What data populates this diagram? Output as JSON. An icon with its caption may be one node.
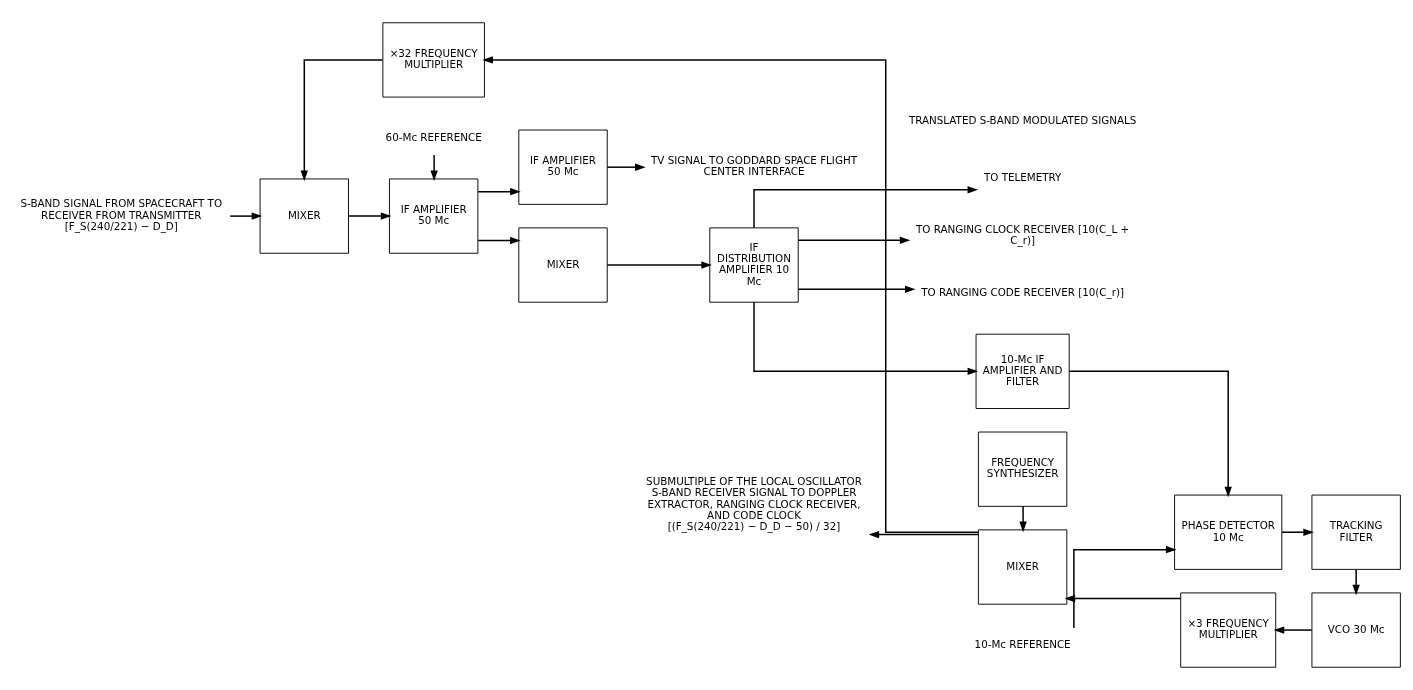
{
  "diagram": {
    "nodes": [
      {
        "text": [
          "TV SIGNAL TO GODDARD SPACE FLIGHT CENTER INTERFACE"
        ]
      },
      {
        "text": [
          "IF AMPLIFIER 50 Mc"
        ]
      },
      {
        "text": [
          "TO TELEMETRY"
        ]
      },
      {
        "text": [
          "TO RANGING CLOCK RECEIVER [10(C_L + C_r)]"
        ]
      },
      {
        "text": [
          "TO RANGING CODE RECEIVER [10(C_r)]"
        ]
      },
      {
        "text": [
          "S-BAND SIGNAL FROM SPACECRAFT TO RECEIVER FROM TRANSMITTER",
          "[F_S(240/221) − D_D]"
        ]
      },
      {
        "text": [
          "MIXER"
        ]
      },
      {
        "text": [
          "IF AMPLIFIER 50 Mc"
        ]
      },
      {
        "text": [
          "MIXER"
        ]
      },
      {
        "text": [
          "IF DISTRIBUTION AMPLIFIER 10 Mc"
        ]
      },
      {
        "text": [
          "10-Mc IF AMPLIFIER AND FILTER"
        ]
      },
      {
        "text": [
          "PHASE DETECTOR 10 Mc"
        ]
      },
      {
        "text": [
          "TRACKING FILTER"
        ]
      },
      {
        "text": [
          "60-Mc REFERENCE"
        ]
      },
      {
        "text": [
          "10-Mc REFERENCE"
        ]
      },
      {
        "text": [
          "×32 FREQUENCY MULTIPLIER"
        ]
      },
      {
        "text": [
          "MIXER"
        ]
      },
      {
        "text": [
          "×3 FREQUENCY MULTIPLIER"
        ]
      },
      {
        "text": [
          "VCO 30 Mc"
        ]
      },
      {
        "text": [
          "SUBMULTIPLE OF THE LOCAL OSCILLATOR S-BAND RECEIVER SIGNAL TO DOPPLER EXTRACTOR, RANGING CLOCK RECEIVER, AND CODE CLOCK",
          "[(F_S(240/221) − D_D − 50) / 32]"
        ]
      },
      {
        "text": [
          "FREQUENCY SYNTHESIZER"
        ]
      }
    ],
    "edges": [
      {
        "from": 5,
        "to": 6,
        "arrow": "to"
      },
      {
        "from": 6,
        "to": 7,
        "arrow": "to"
      },
      {
        "from": 7,
        "to": 1,
        "arrow": "to"
      },
      {
        "from": 1,
        "to": 0,
        "arrow": "to"
      },
      {
        "from": 7,
        "to": 8,
        "arrow": "to"
      },
      {
        "from": 8,
        "to": 9,
        "arrow": "to"
      },
      {
        "from": 9,
        "to": 2,
        "arrow": "to"
      },
      {
        "from": 9,
        "to": 3,
        "arrow": "to"
      },
      {
        "from": 9,
        "to": 4,
        "arrow": "to"
      },
      {
        "from": 9,
        "to": 10,
        "arrow": "to"
      },
      {
        "from": 10,
        "to": 11,
        "arrow": "to"
      },
      {
        "from": 11,
        "to": 12,
        "arrow": "to"
      },
      {
        "from": 13,
        "to": 7,
        "arrow": "to"
      },
      {
        "from": 14,
        "to": 11,
        "arrow": "to"
      },
      {
        "from": 12,
        "to": 18,
        "arrow": "to"
      },
      {
        "from": 18,
        "to": 17,
        "arrow": "to"
      },
      {
        "from": 17,
        "to": 16,
        "arrow": "to"
      },
      {
        "from": 16,
        "to": 15,
        "arrow": "to"
      },
      {
        "from": 16,
        "to": 19,
        "arrow": "to"
      },
      {
        "from": 15,
        "to": 6,
        "arrow": "to"
      },
      {
        "from": 20,
        "to": 16,
        "arrow": "to"
      }
    ],
    "labels": [
      "TRANSLATED S-BAND MODULATED SIGNALS"
    ]
  }
}
